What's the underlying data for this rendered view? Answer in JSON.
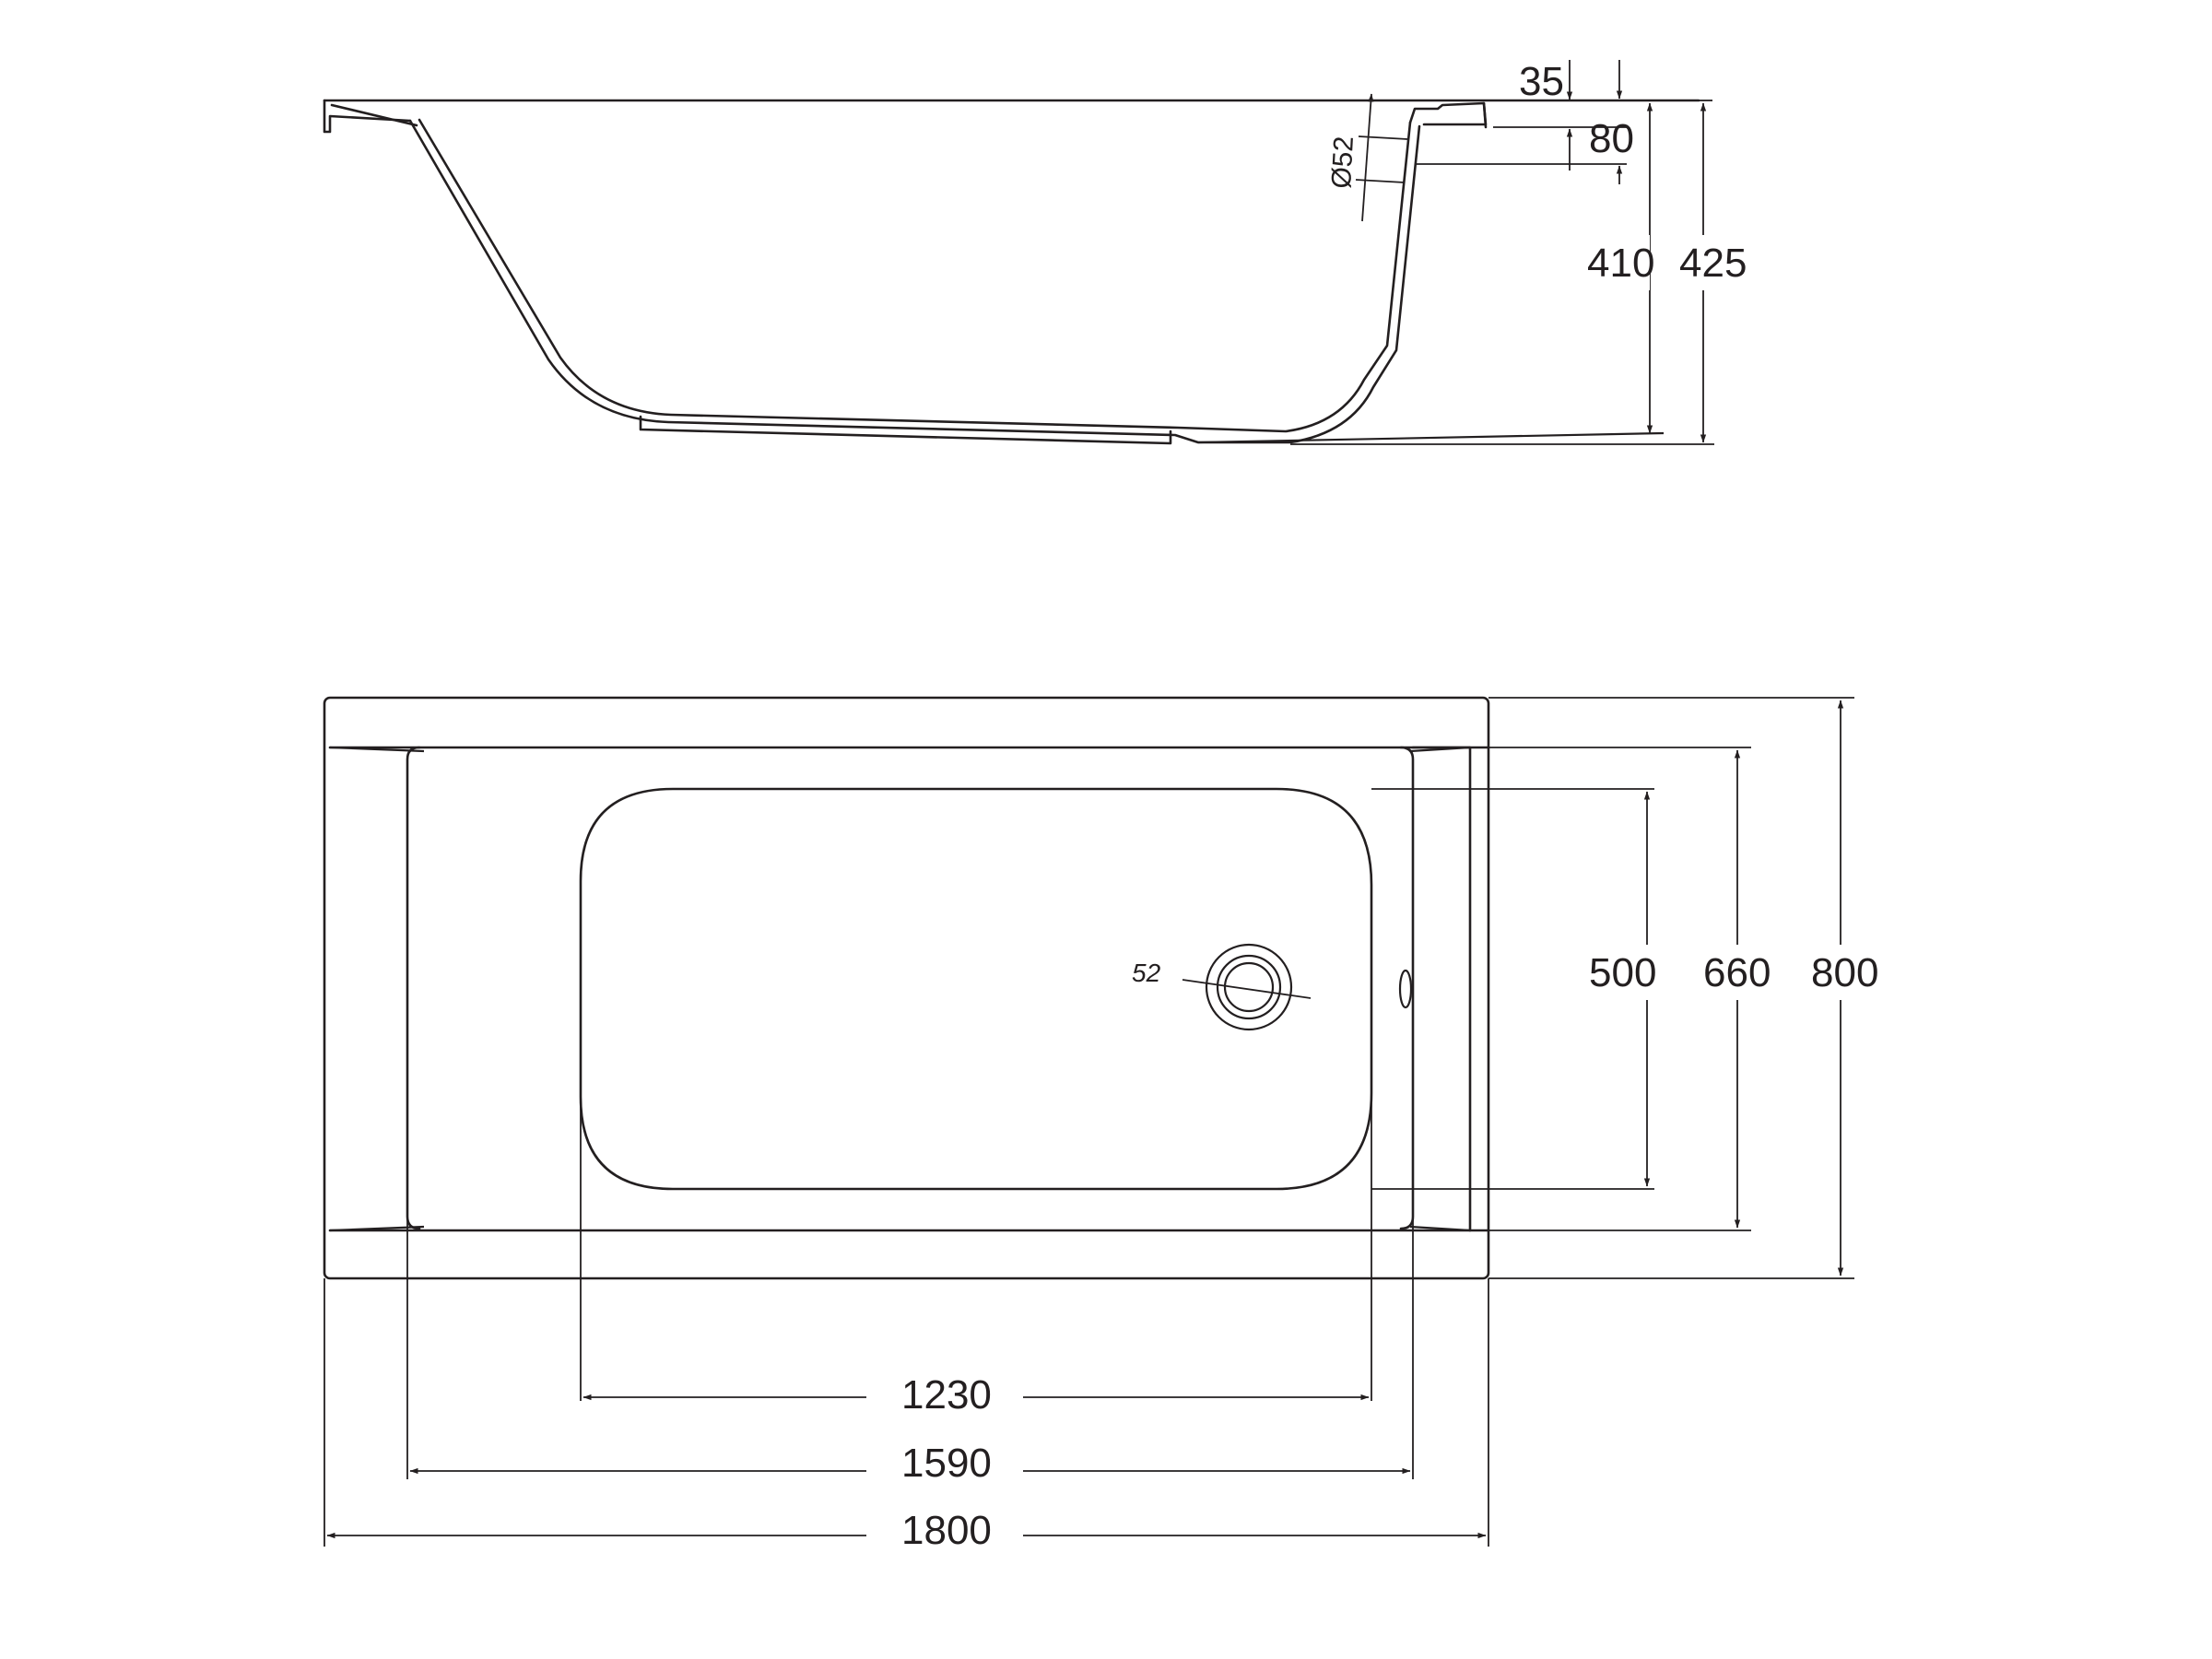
{
  "side_view": {
    "dimensions": {
      "rim_offset": "35",
      "overflow_depth": "80",
      "overflow_diameter": "Ø52",
      "inner_depth": "410",
      "total_height": "425"
    }
  },
  "top_view": {
    "dimensions": {
      "drain_diameter": "52",
      "bottom_width": "500",
      "inner_width": "660",
      "outer_width": "800",
      "bottom_length": "1230",
      "inner_length": "1590",
      "outer_length": "1800"
    }
  }
}
